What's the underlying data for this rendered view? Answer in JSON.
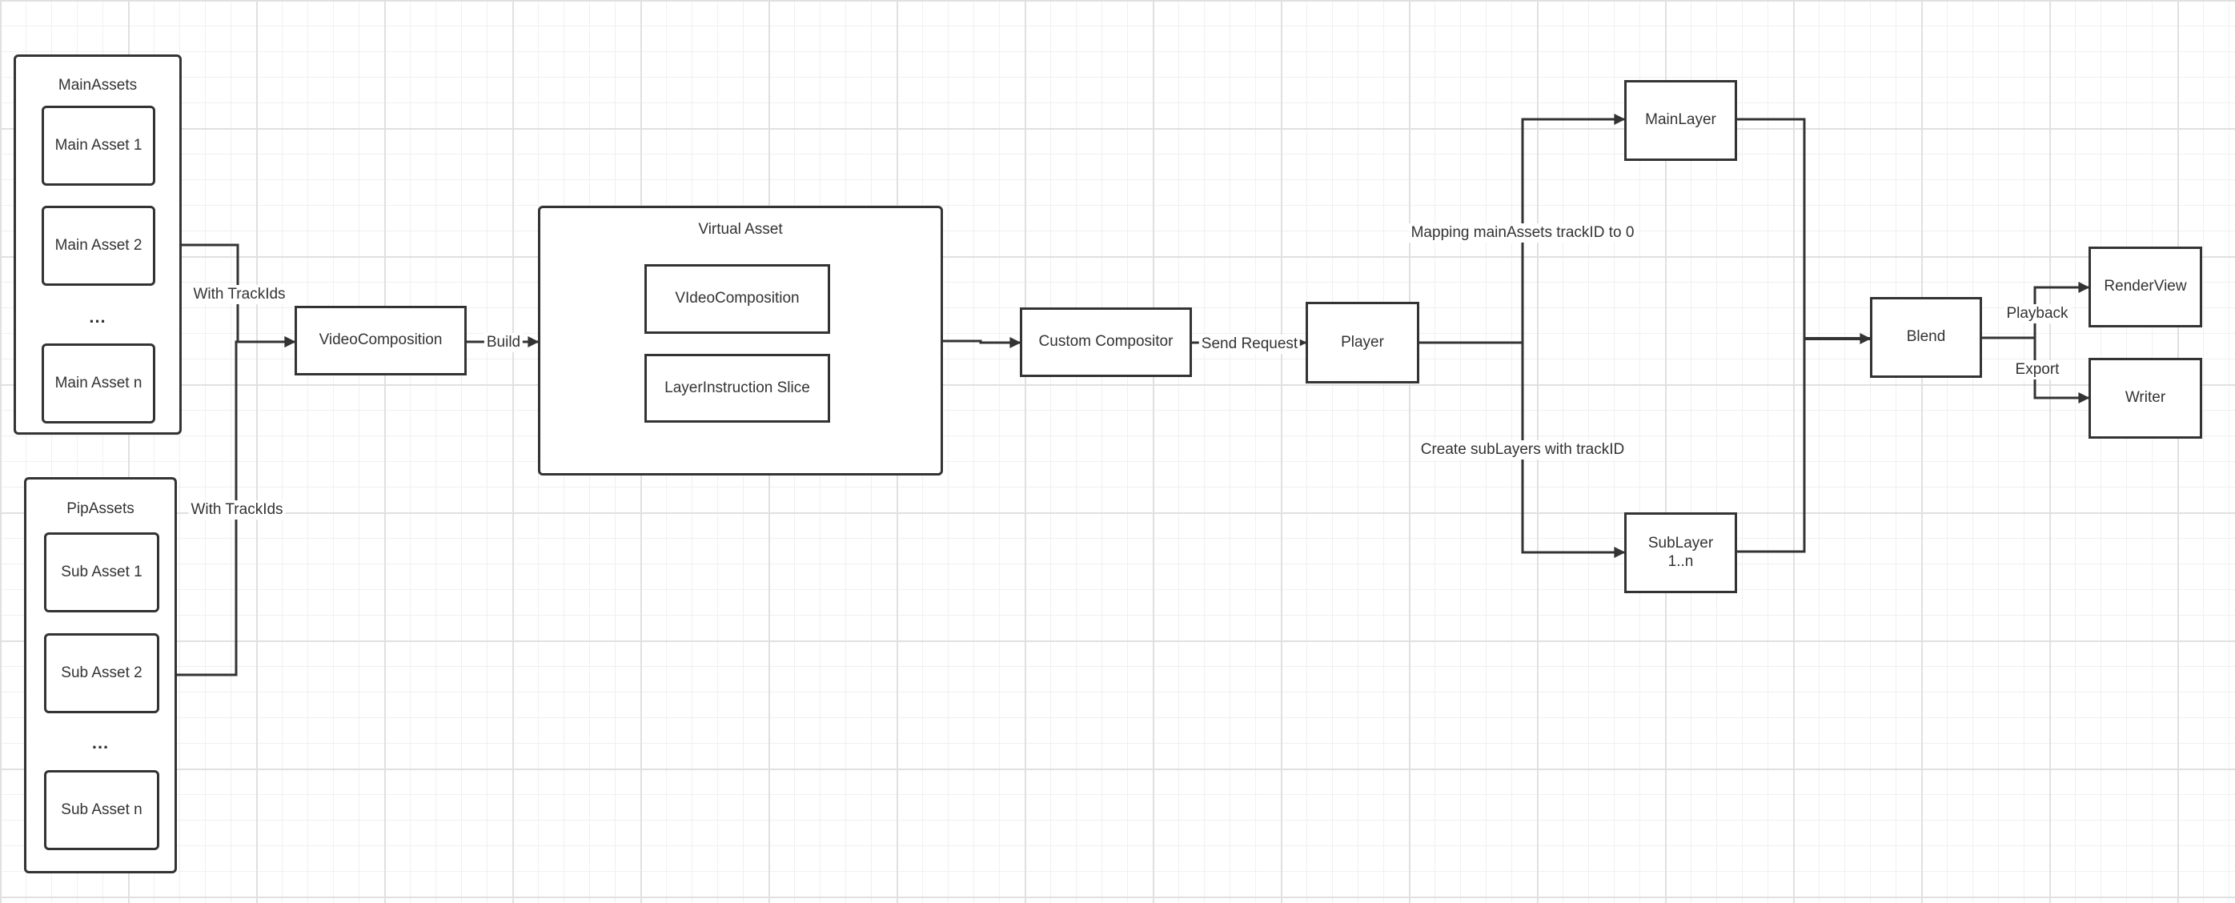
{
  "main_assets": {
    "title": "MainAssets",
    "items": [
      "Main Asset 1",
      "Main Asset 2",
      "Main Asset n"
    ],
    "ellipsis": "..."
  },
  "pip_assets": {
    "title": "PipAssets",
    "items": [
      "Sub Asset 1",
      "Sub Asset 2",
      "Sub Asset n"
    ],
    "ellipsis": "..."
  },
  "nodes": {
    "video_composition": "VideoComposition",
    "custom_compositor": "Custom Compositor",
    "player": "Player",
    "main_layer": "MainLayer",
    "sub_layer": "SubLayer\n1..n",
    "blend": "Blend",
    "render_view": "RenderView",
    "writer": "Writer"
  },
  "virtual_asset": {
    "title": "Virtual Asset",
    "items": [
      "VIdeoComposition",
      "LayerInstruction Slice"
    ]
  },
  "edge_labels": {
    "with_trackids_top": "With TrackIds",
    "with_trackids_bottom": "With TrackIds",
    "build": "Build",
    "send_request": "Send Request",
    "mapping": "Mapping mainAssets trackID to 0",
    "create_sublayers": "Create subLayers with trackID",
    "playback": "Playback",
    "export": "Export"
  },
  "colors": {
    "stroke": "#333333",
    "grid_major": "#e0e0e0",
    "grid_minor": "#f0f0f0",
    "background": "#ffffff"
  }
}
